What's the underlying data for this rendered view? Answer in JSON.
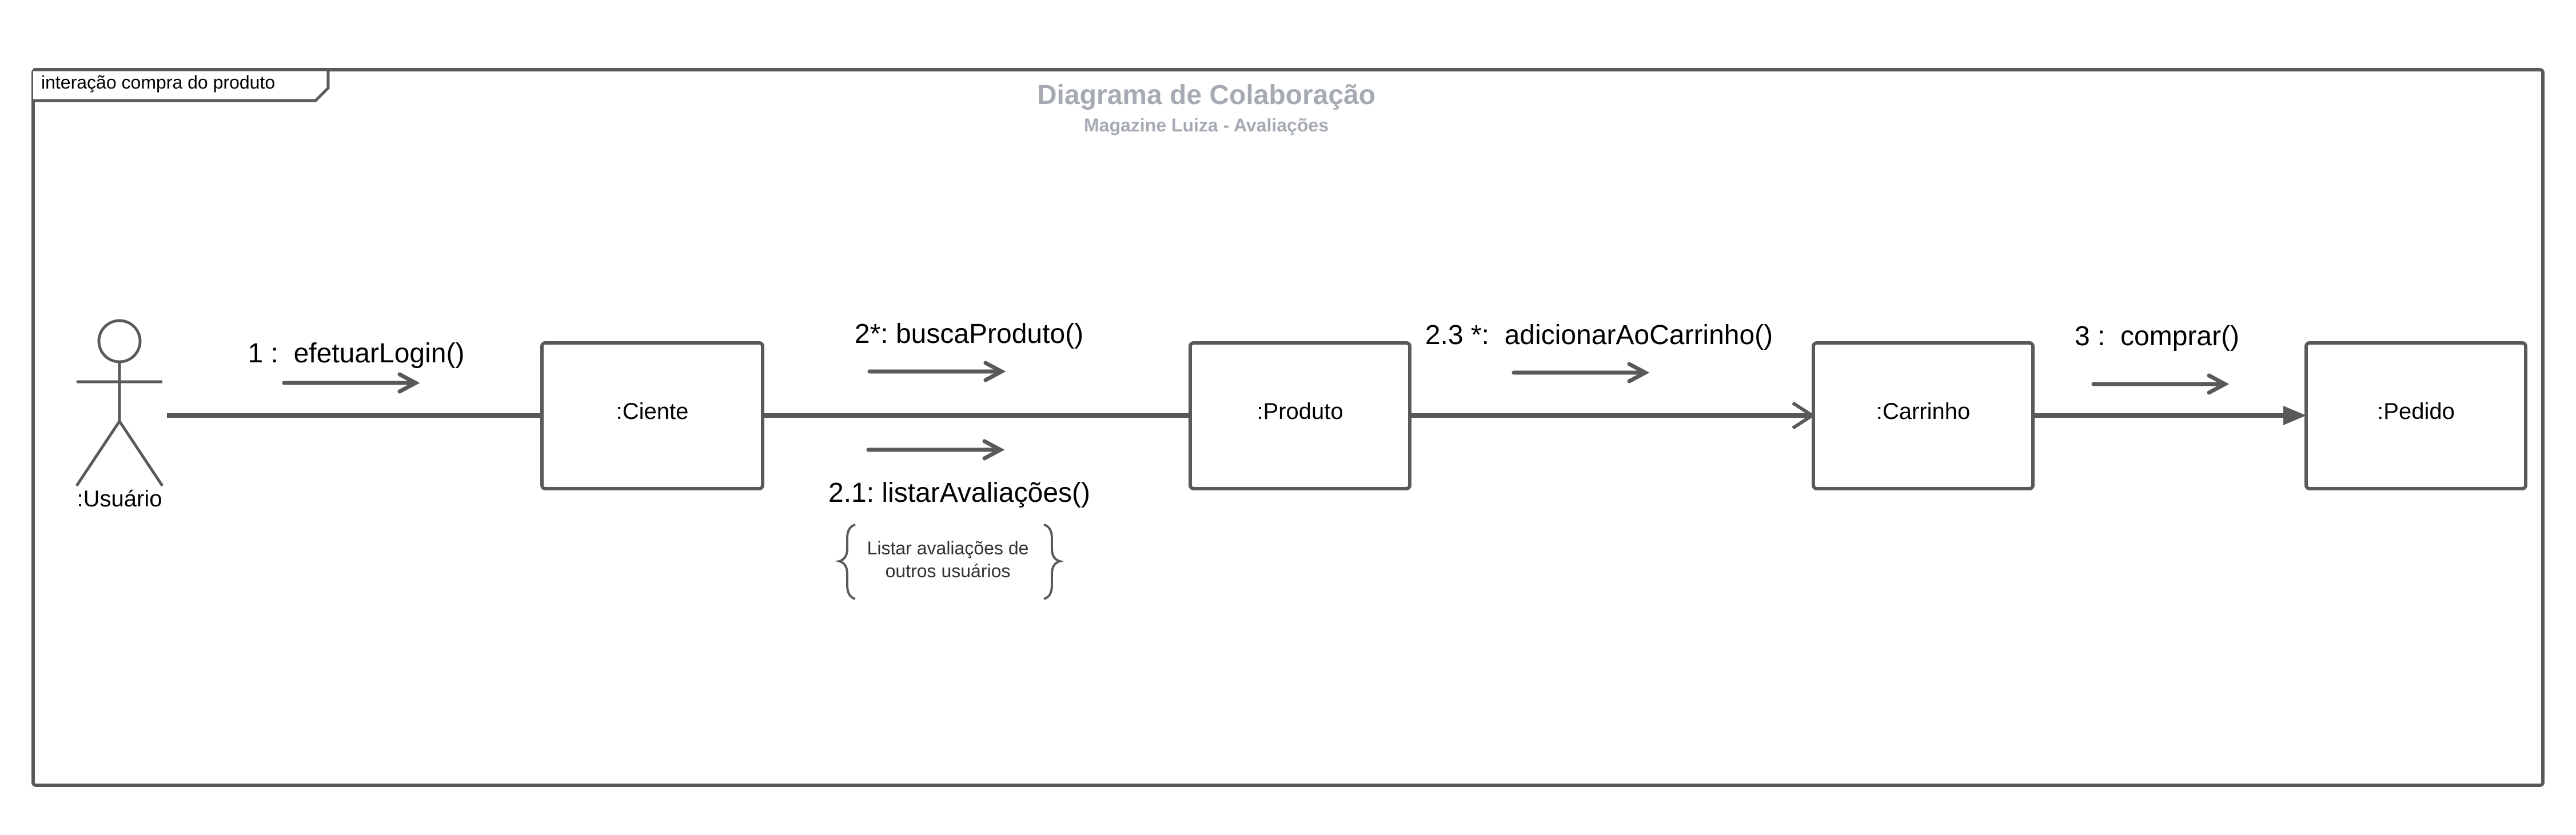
{
  "frame": {
    "label": "interação compra do produto"
  },
  "header": {
    "title": "Diagrama de Colaboração",
    "subtitle": "Magazine Luiza - Avaliações"
  },
  "actor": {
    "name": ":Usuário"
  },
  "objects": {
    "ciente": ":Ciente",
    "produto": ":Produto",
    "carrinho": ":Carrinho",
    "pedido": ":Pedido"
  },
  "messages": {
    "m1": "1 :  efetuarLogin()",
    "m2": "2*: buscaProduto()",
    "m21": "2.1: listarAvaliações()",
    "m23": "2.3 *:  adicionarAoCarrinho()",
    "m3": "3 :  comprar()"
  },
  "note": {
    "line1": "Listar avaliações de",
    "line2": "outros usuários"
  },
  "colors": {
    "stroke": "#595959",
    "title": "#a6abb3",
    "text": "#000000",
    "note_text": "#333333"
  }
}
